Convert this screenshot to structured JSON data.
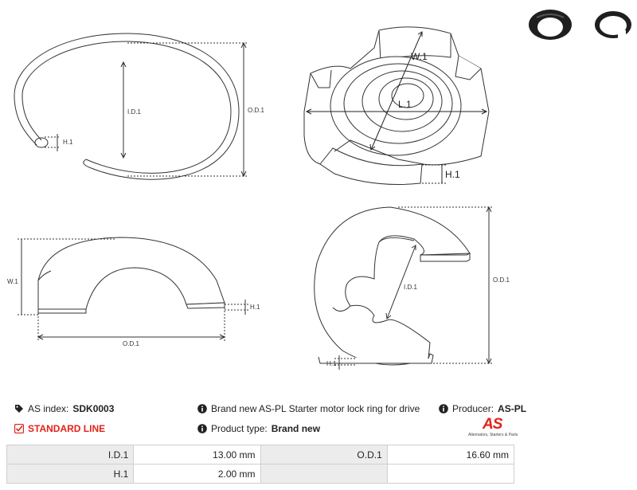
{
  "drawing_labels": {
    "wire_ring": {
      "id": "I.D.1",
      "od": "O.D.1",
      "h": "H.1"
    },
    "lock_3d": {
      "w": "W.1",
      "l": "L.1",
      "h": "H.1"
    },
    "arc_side": {
      "w": "W.1",
      "h": "H.1",
      "od": "O.D.1"
    },
    "e_clip": {
      "id": "I.D.1",
      "od": "O.D.1",
      "h": "H.1"
    }
  },
  "info": {
    "as_index_label": "AS index:",
    "as_index_value": "SDK0003",
    "standard_line": "STANDARD LINE",
    "description": "Brand new AS-PL Starter motor lock ring for drive",
    "product_type_label": "Product type:",
    "product_type_value": "Brand new",
    "producer_label": "Producer:",
    "producer_value": "AS-PL"
  },
  "logo": {
    "mark": "AS",
    "tagline": "Alternators, Starters & Parts"
  },
  "params": {
    "rows": [
      {
        "k1": "I.D.1",
        "v1": "13.00 mm",
        "k2": "O.D.1",
        "v2": "16.60 mm"
      },
      {
        "k1": "H.1",
        "v1": "2.00 mm",
        "k2": "",
        "v2": ""
      }
    ]
  }
}
